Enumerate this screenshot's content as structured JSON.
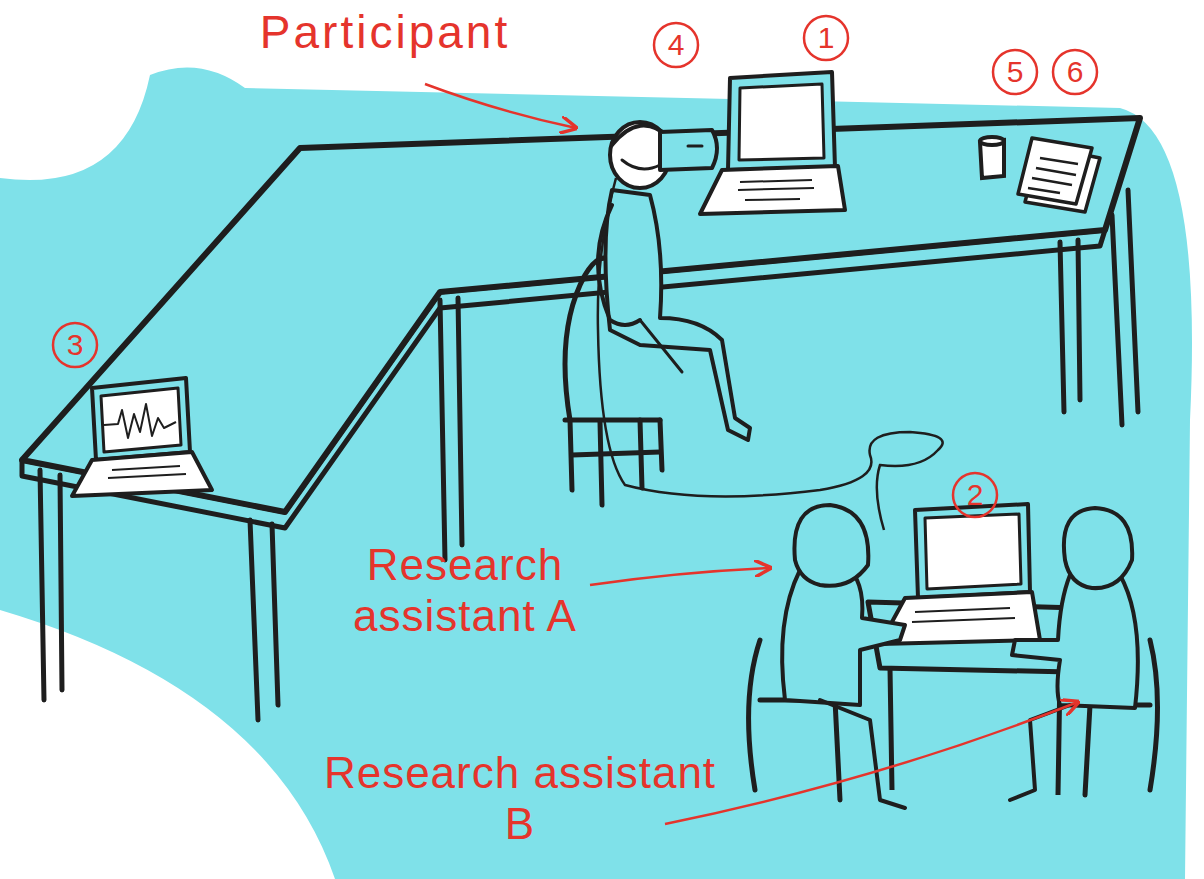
{
  "diagram": {
    "labels": [
      "Participant",
      "4",
      "1",
      "5",
      "6",
      "3",
      "2",
      "Research assistant A",
      "Research assistant B"
    ]
  }
}
